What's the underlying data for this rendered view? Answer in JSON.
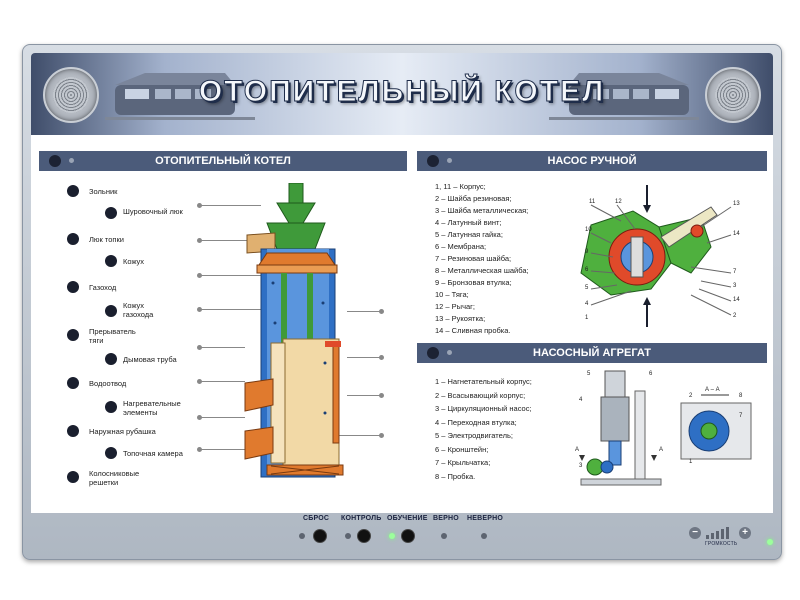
{
  "header": {
    "title": "ОТОПИТЕЛЬНЫЙ КОТЕЛ"
  },
  "sections": {
    "boiler": {
      "title": "ОТОПИТЕЛЬНЫЙ КОТЕЛ",
      "labels": [
        "Зольник",
        "Шуровочный люк",
        "Люк топки",
        "Кожух",
        "Газоход",
        "Кожух газохода",
        "Прерыватель тяги",
        "Дымовая труба",
        "Водоотвод",
        "Нагревательные элементы",
        "Наружная рубашка",
        "Топочная камера",
        "Колосниковые решетки"
      ]
    },
    "pump": {
      "title": "НАСОС РУЧНОЙ",
      "legend": [
        "1, 11 – Корпус;",
        "2 – Шайба резиновая;",
        "3 – Шайба металлическая;",
        "4 – Латунный винт;",
        "5 – Латунная гайка;",
        "6 – Мембрана;",
        "7 – Резиновая шайба;",
        "8 – Металлическая шайба;",
        "9 – Бронзовая втулка;",
        "10 – Тяга;",
        "12 – Рычаг;",
        "13 – Рукоятка;",
        "14 – Сливная пробка."
      ],
      "numbers": [
        "11",
        "12",
        "13",
        "14",
        "10",
        "9",
        "6",
        "5",
        "4",
        "1",
        "7",
        "3",
        "14",
        "2"
      ]
    },
    "unit": {
      "title": "НАСОСНЫЙ АГРЕГАТ",
      "legend": [
        "1 – Нагнетательный корпус;",
        "2 – Всасывающий корпус;",
        "3 – Циркуляционный насос;",
        "4 – Переходная втулка;",
        "5 – Электродвигатель;",
        "6 – Кронштейн;",
        "7 – Крыльчатка;",
        "8 – Пробка."
      ],
      "numbers": [
        "5",
        "6",
        "4",
        "3",
        "2",
        "1",
        "8",
        "7"
      ],
      "markers": [
        "А",
        "А",
        "А – А"
      ]
    }
  },
  "controls": {
    "reset": "СБРОС",
    "control": "КОНТРОЛЬ",
    "training": "ОБУЧЕНИЕ",
    "correct": "ВЕРНО",
    "wrong": "НЕВЕРНО",
    "volume": "ГРОМКОСТЬ",
    "minus": "−",
    "plus": "+"
  },
  "colors": {
    "header_bar": "#4b5b7a",
    "water": "#2e6fc4",
    "firebox": "#f2d9a6",
    "casing_orange": "#e07a2e",
    "chimney_green": "#3f9a3a",
    "pump_red": "#e04a2a",
    "led_on": "#9cff9c"
  }
}
